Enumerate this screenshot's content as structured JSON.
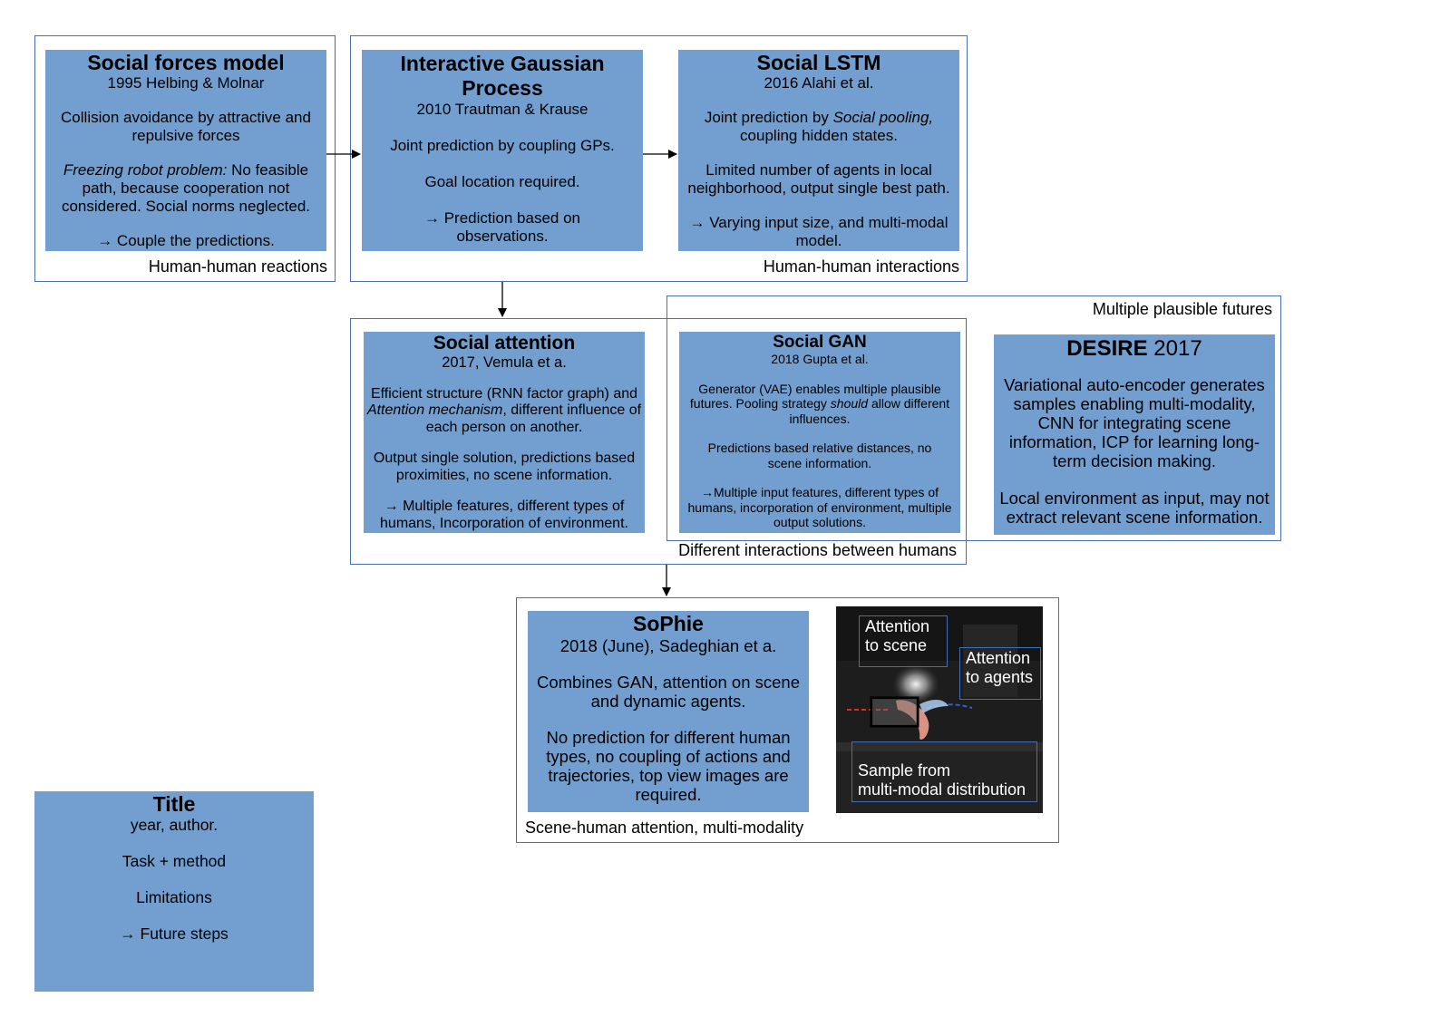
{
  "groups": {
    "reactions": "Human-human reactions",
    "interactions": "Human-human interactions",
    "plausible": "Multiple plausible futures",
    "different": "Different interactions between humans",
    "scene": "Scene-human attention, multi-modality"
  },
  "boxes": {
    "social_forces": {
      "title": "Social forces model",
      "sub": "1995 Helbing & Molnar",
      "task": "Collision avoidance by attractive and repulsive forces",
      "limit_em": "Freezing robot problem:",
      "limit_rest": " No feasible path, because cooperation not considered. Social norms neglected.",
      "future": "→ Couple the predictions."
    },
    "igp": {
      "title": "Interactive Gaussian Process",
      "sub": "2010 Trautman & Krause",
      "task": "Joint prediction by coupling GPs.",
      "limit": "Goal location required.",
      "future": "→ Prediction based on observations."
    },
    "social_lstm": {
      "title": "Social LSTM",
      "sub": "2016 Alahi et al.",
      "task_a": "Joint prediction by ",
      "task_em": "Social pooling,",
      "task_b": " coupling hidden states.",
      "limit": "Limited number of agents in local neighborhood, output single best path.",
      "future": "→ Varying input size, and multi-modal model."
    },
    "social_attention": {
      "title": "Social attention",
      "sub": "2017, Vemula et a.",
      "task_a": "Efficient structure (RNN  factor graph) and ",
      "task_em": "Attention mechanism",
      "task_b": ", different influence of each person on another.",
      "limit": "Output single solution, predictions based proximities, no scene information.",
      "future": "→ Multiple features, different types of humans,  Incorporation of environment."
    },
    "social_gan": {
      "title": "Social GAN",
      "sub": "2018 Gupta et al.",
      "task_a": "Generator (VAE) enables multiple plausible futures. Pooling strategy ",
      "task_em": "should",
      "task_b": " allow different influences.",
      "limit": "Predictions based relative distances, no scene information.",
      "future": "→Multiple input features, different types of humans, incorporation of environment, multiple output solutions."
    },
    "desire": {
      "title": "DESIRE",
      "year": " 2017",
      "task": "Variational auto-encoder generates samples enabling multi-modality, CNN for integrating scene information, ICP for learning long-term decision making.",
      "limit": "Local environment as input, may not extract relevant scene information."
    },
    "sophie": {
      "title": "SoPhie",
      "sub": "2018 (June), Sadeghian et a.",
      "task": "Combines GAN, attention on scene and dynamic agents.",
      "limit": "No prediction for different human types, no coupling of actions and trajectories, top view images are required."
    },
    "legend": {
      "title": "Title",
      "sub": "year, author.",
      "task": "Task + method",
      "limit": "Limitations",
      "future": "→ Future steps"
    }
  },
  "photo": {
    "scene": "Attention\nto scene",
    "agents": "Attention\nto agents",
    "sample": "Sample from\nmulti-modal distribution"
  },
  "colors": {
    "box_fill": "#729fcf",
    "group_border": "#4a6fb5"
  }
}
